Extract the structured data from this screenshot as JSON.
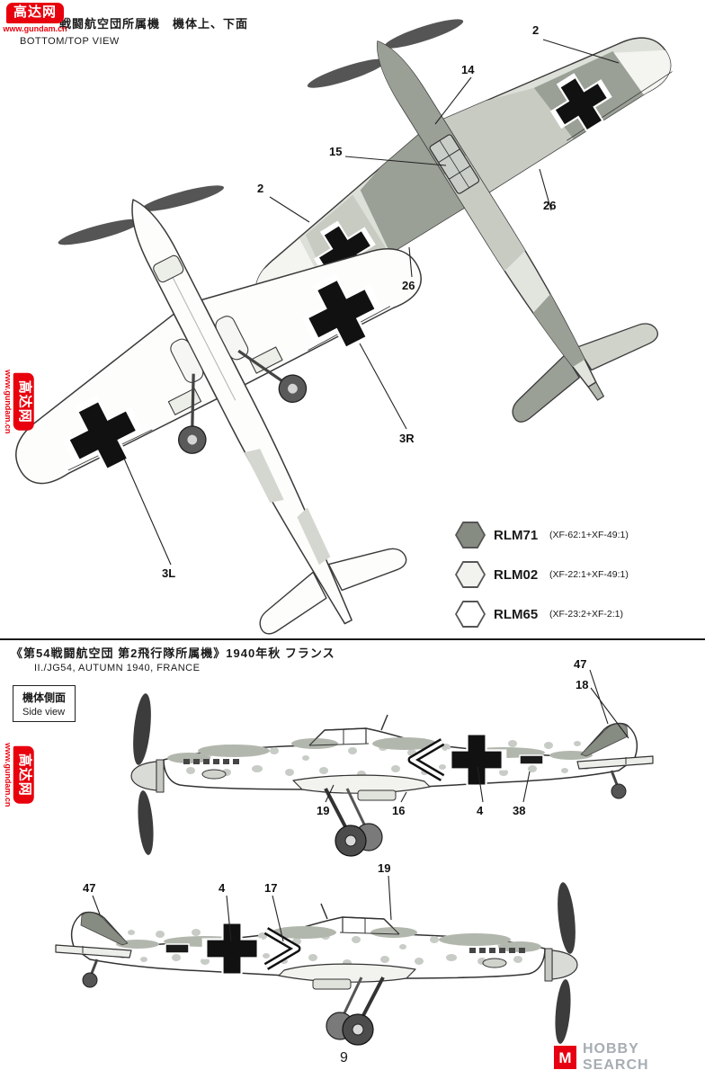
{
  "watermark": {
    "name": "高达网",
    "url": "www.gundam.cn"
  },
  "header": {
    "title_jp": "戦闘航空団所属機　機体上、下面",
    "title_en": "BOTTOM/TOP VIEW"
  },
  "legend": {
    "items": [
      {
        "name": "RLM71",
        "mix": "(XF-62:1+XF-49:1)",
        "color": "#878c82"
      },
      {
        "name": "RLM02",
        "mix": "(XF-22:1+XF-49:1)",
        "color": "#f2f3ef"
      },
      {
        "name": "RLM65",
        "mix": "(XF-23:2+XF-2:1)",
        "color": "#ffffff"
      }
    ]
  },
  "side_section": {
    "title_jp": "《第54戦闘航空団 第2飛行隊所属機》1940年秋 フランス",
    "title_en": "II./JG54, AUTUMN 1940, FRANCE",
    "label_jp": "機体側面",
    "label_en": "Side view"
  },
  "callouts": {
    "top_view": [
      {
        "label": "2"
      },
      {
        "label": "14"
      },
      {
        "label": "15"
      },
      {
        "label": "2"
      },
      {
        "label": "26"
      },
      {
        "label": "26"
      }
    ],
    "bottom_view": [
      {
        "label": "3R"
      },
      {
        "label": "3L"
      }
    ],
    "side_view_1": [
      {
        "label": "47"
      },
      {
        "label": "18"
      },
      {
        "label": "19"
      },
      {
        "label": "16"
      },
      {
        "label": "4"
      },
      {
        "label": "38"
      }
    ],
    "side_view_2": [
      {
        "label": "47"
      },
      {
        "label": "4"
      },
      {
        "label": "17"
      },
      {
        "label": "19"
      }
    ]
  },
  "footer": {
    "page_number": "9",
    "logo_text": "HOBBY SEARCH",
    "logo_letter": "M"
  }
}
